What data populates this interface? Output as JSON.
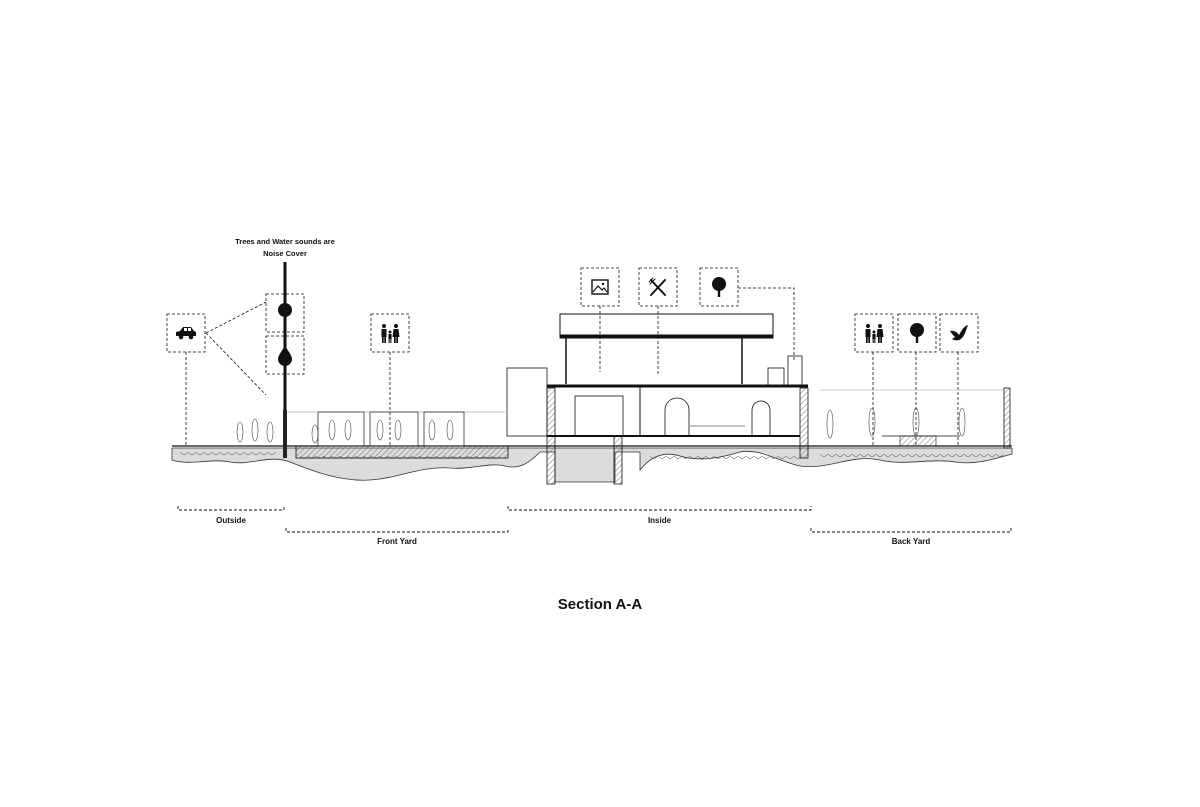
{
  "note": {
    "line1": "Trees and Water sounds are",
    "line2": "Noise Cover"
  },
  "zones": {
    "outside": "Outside",
    "front_yard": "Front Yard",
    "inside": "Inside",
    "back_yard": "Back Yard"
  },
  "title": "Section A-A",
  "icons": {
    "outside": [
      "car-icon"
    ],
    "noise_cover": [
      "tree-icon",
      "water-drop-icon"
    ],
    "front_yard": [
      "family-icon"
    ],
    "inside": [
      "picture-icon",
      "cutlery-icon",
      "tree-icon"
    ],
    "back_yard": [
      "family-icon",
      "tree-icon",
      "bird-icon"
    ]
  },
  "colors": {
    "line": "#111111",
    "ground": "#d9d9d9",
    "paper": "#ffffff"
  }
}
